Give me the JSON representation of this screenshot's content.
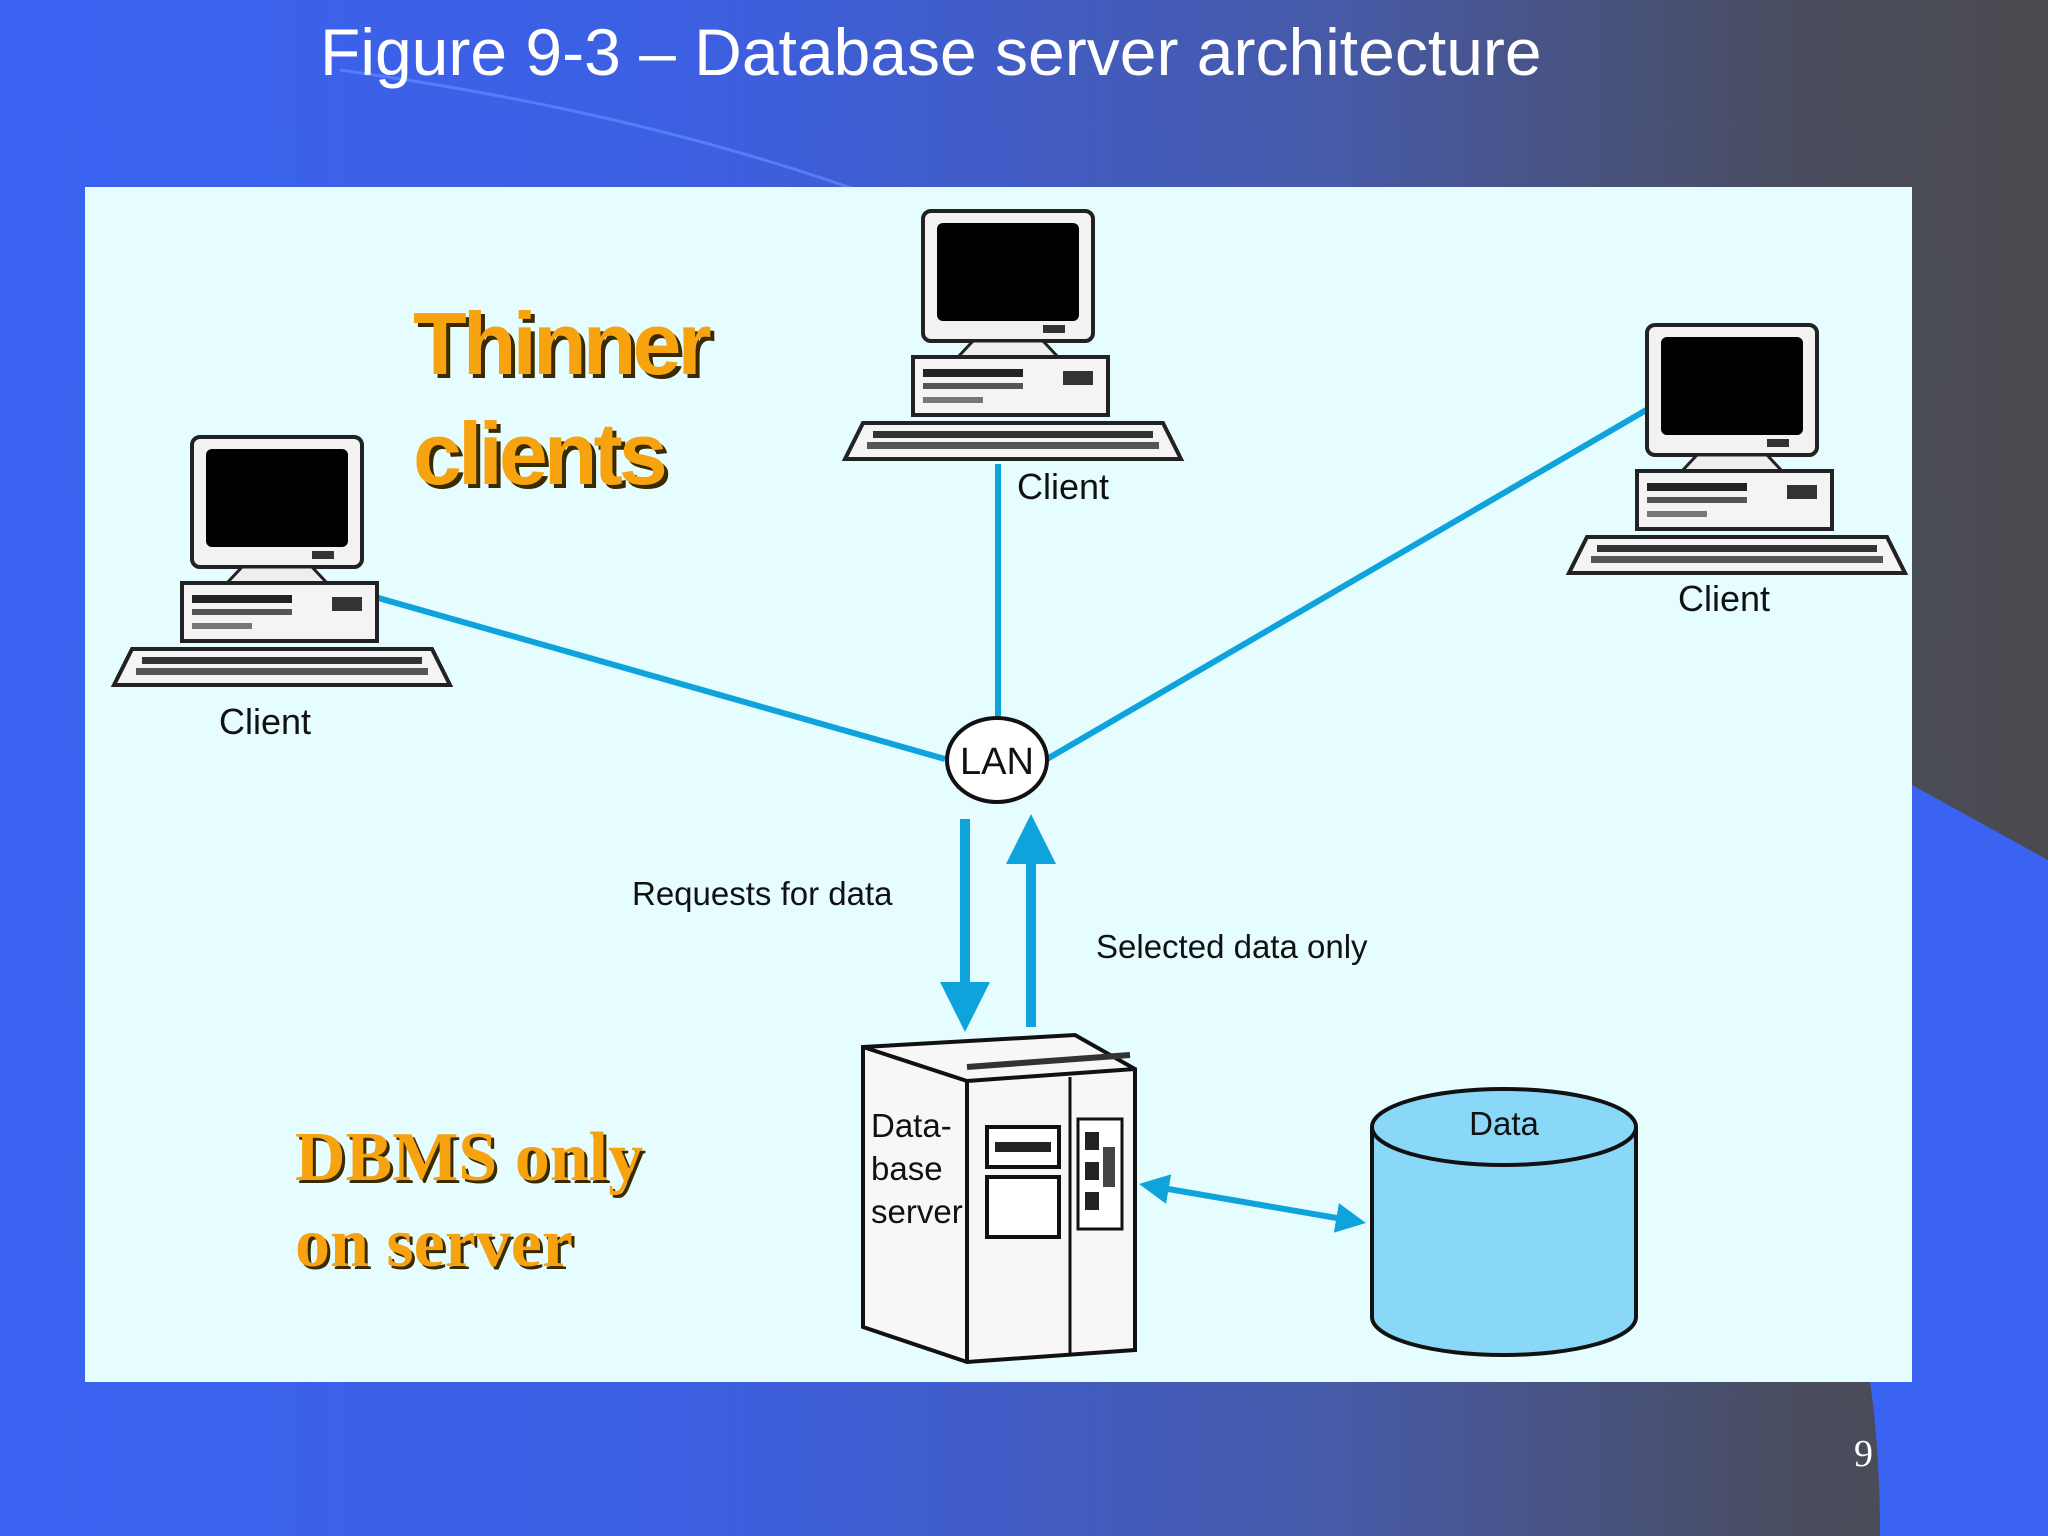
{
  "slide": {
    "title": "Figure 9-3 – Database server architecture",
    "page_number": "9"
  },
  "callouts": {
    "thinner_line1": "Thinner",
    "thinner_line2": "clients",
    "dbms_line1": "DBMS only",
    "dbms_line2": "on server"
  },
  "diagram": {
    "client_left_label": "Client",
    "client_top_label": "Client",
    "client_right_label": "Client",
    "lan_label": "LAN",
    "requests_label": "Requests for data",
    "selected_label": "Selected data only",
    "server_label_line1": "Data-",
    "server_label_line2": "base",
    "server_label_line3": "server",
    "data_label": "Data"
  },
  "colors": {
    "title_text": "#ffffff",
    "panel_background": "#e6fdff",
    "connector_blue": "#0fa3dc",
    "callout_orange": "#f7a20f",
    "cylinder_fill": "#8ad8f8"
  }
}
